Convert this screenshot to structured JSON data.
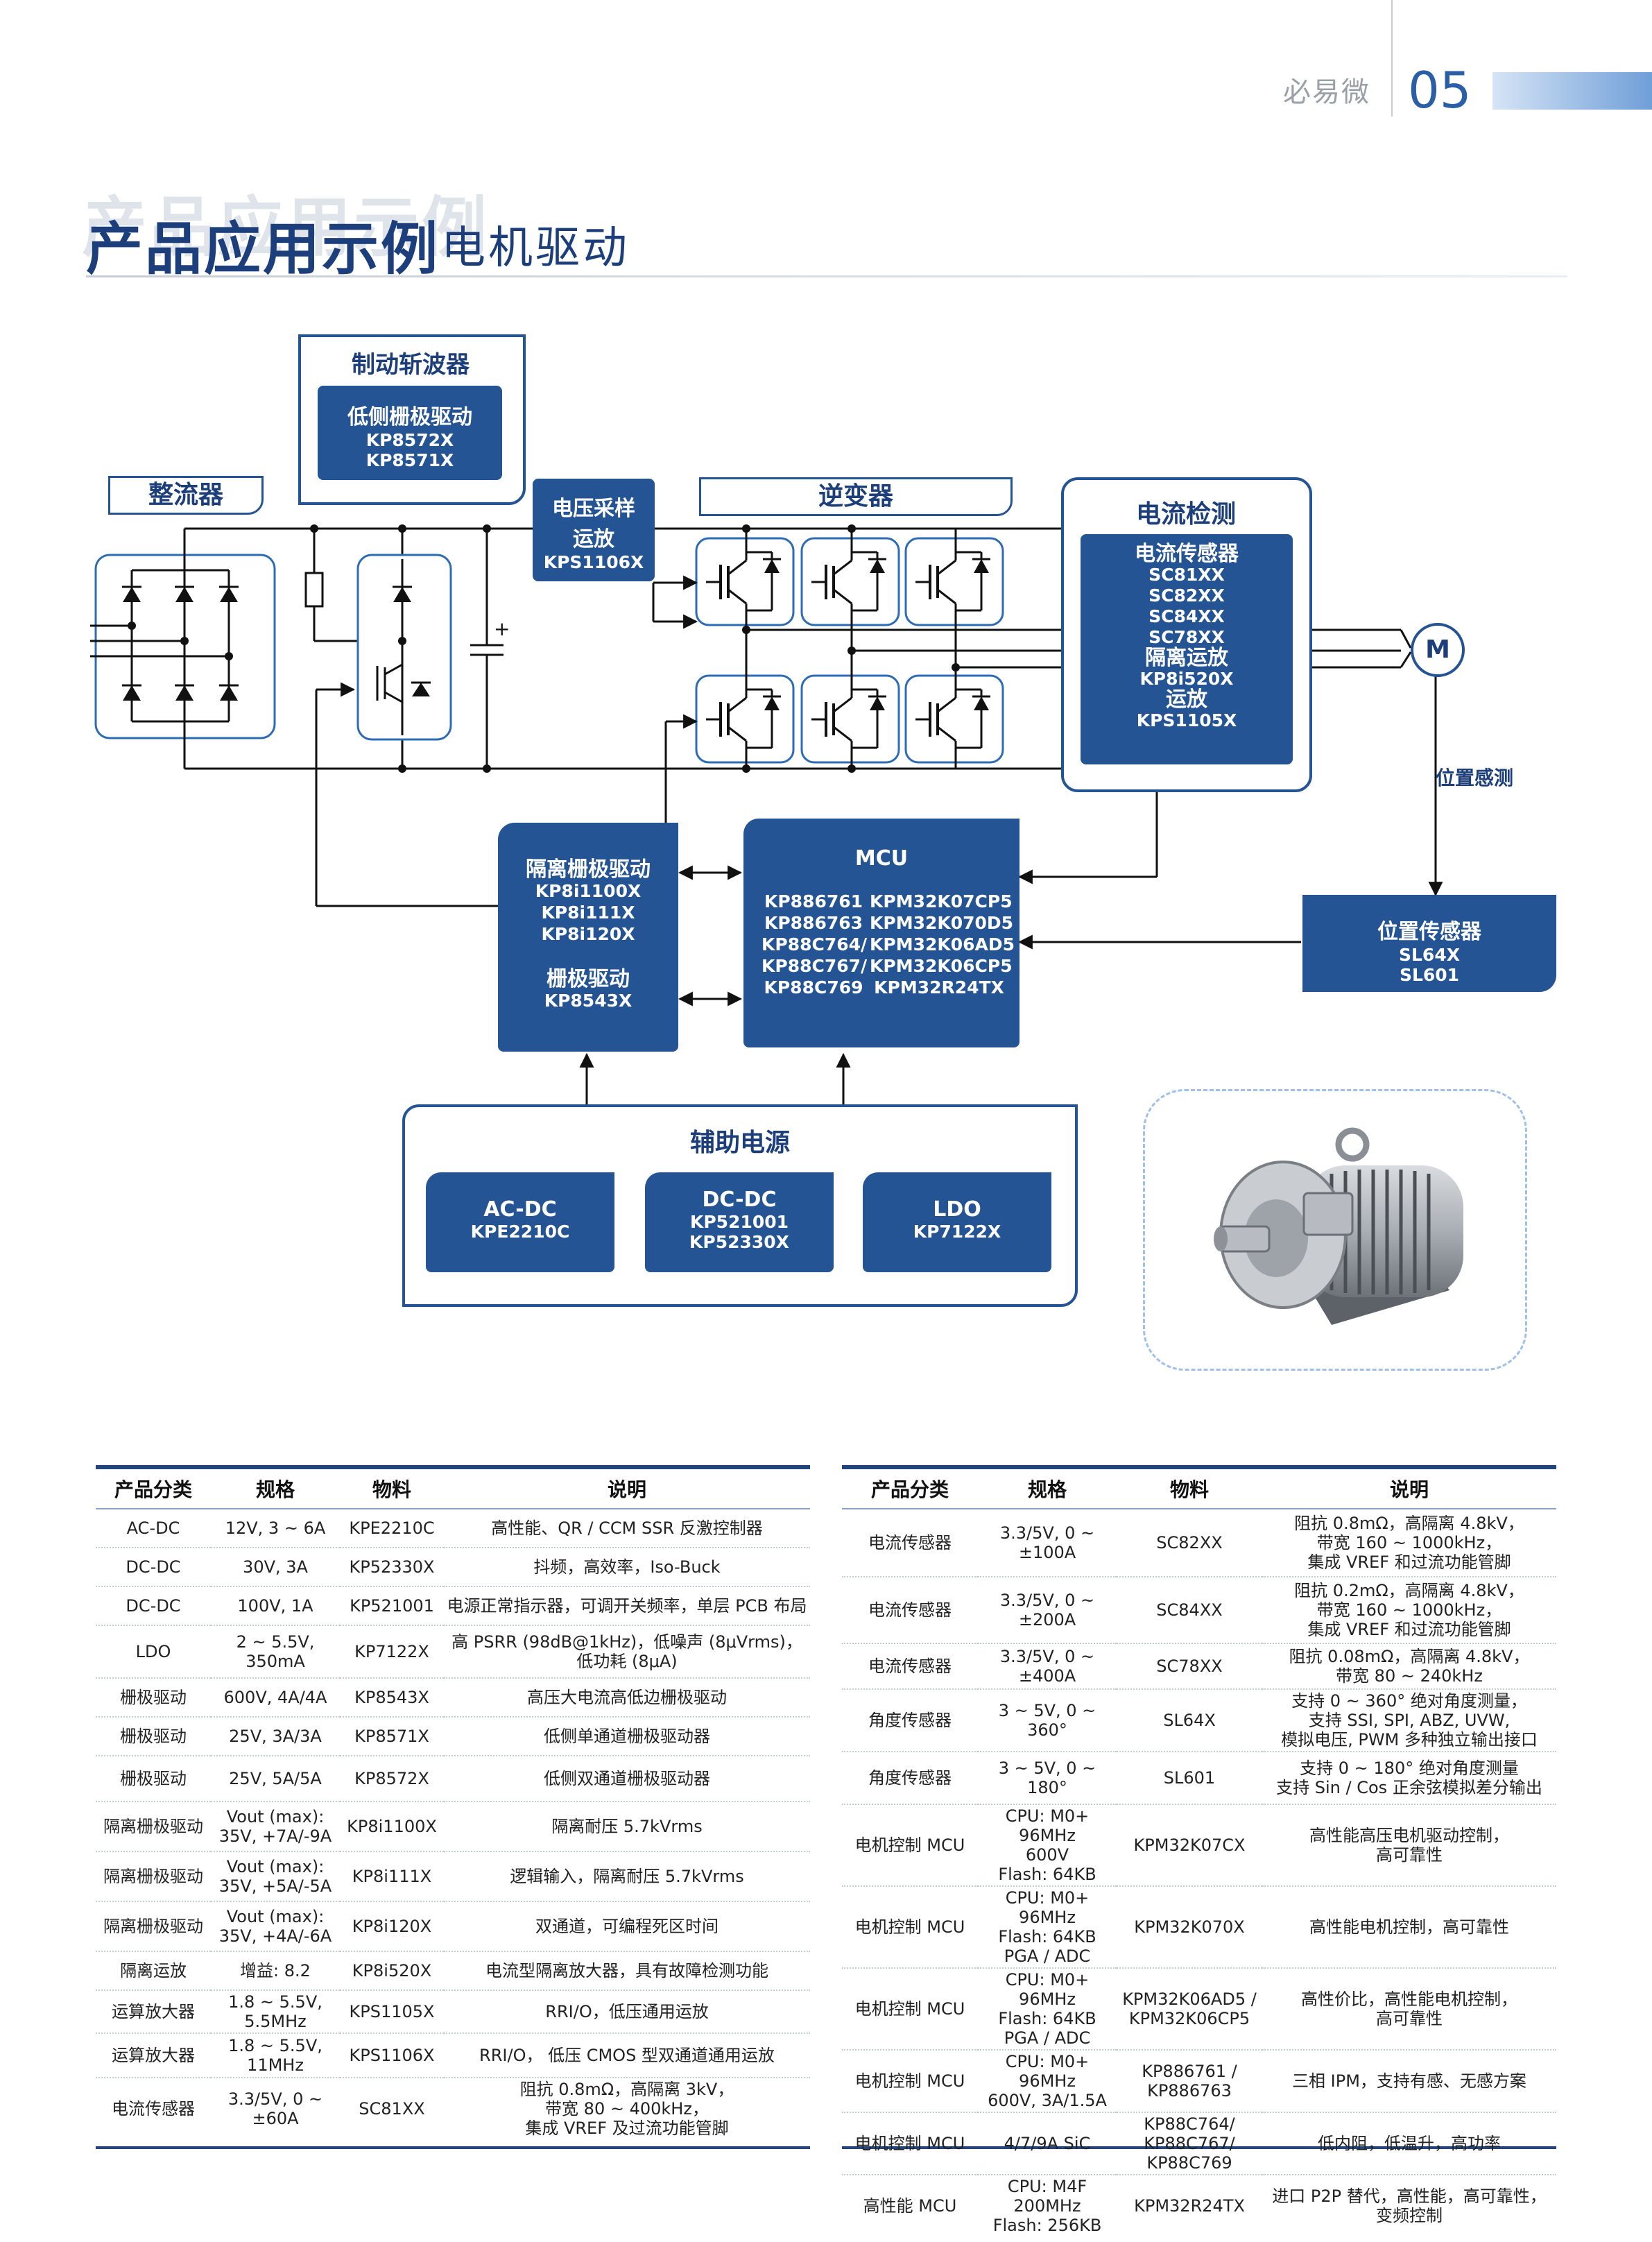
{
  "header": {
    "brand": "必易微",
    "page_number": "05",
    "title_ghost": "产品应用示例",
    "title": "产品应用示例",
    "subtitle": "电机驱动"
  },
  "diagram": {
    "brake": {
      "title": "制动斩波器",
      "driver_title": "低侧栅极驱动",
      "parts": [
        "KP8572X",
        "KP8571X"
      ]
    },
    "rectifier": {
      "title": "整流器"
    },
    "voltage_sampling": {
      "title_1": "电压采样",
      "title_2": "运放",
      "part": "KPS1106X"
    },
    "inverter": {
      "title": "逆变器"
    },
    "current_detect": {
      "title": "电流检测",
      "sensor_title": "电流传感器",
      "sensor_parts": [
        "SC81XX",
        "SC82XX",
        "SC84XX",
        "SC78XX"
      ],
      "iso_amp_title": "隔离运放",
      "iso_amp_part": "KP8i520X",
      "amp_title": "运放",
      "amp_part": "KPS1105X"
    },
    "motor_symbol": "M",
    "position_sense_label": "位置感测",
    "position_sensor": {
      "title": "位置传感器",
      "parts": [
        "SL64X",
        "SL601"
      ]
    },
    "gate_driver": {
      "iso_title": "隔离栅极驱动",
      "iso_parts": [
        "KP8i1100X",
        "KP8i111X",
        "KP8i120X"
      ],
      "title": "栅极驱动",
      "part": "KP8543X"
    },
    "mcu": {
      "title": "MCU",
      "left_parts": [
        "KP886761",
        "KP886763",
        "KP88C764/",
        "KP88C767/",
        "KP88C769"
      ],
      "right_parts": [
        "KPM32K07CP5",
        "KPM32K070D5",
        "KPM32K06AD5",
        "KPM32K06CP5",
        "KPM32R24TX"
      ]
    },
    "aux_power": {
      "title": "辅助电源",
      "acdc": {
        "title": "AC-DC",
        "parts": [
          "KPE2210C"
        ]
      },
      "dcdc": {
        "title": "DC-DC",
        "parts": [
          "KP521001",
          "KP52330X"
        ]
      },
      "ldo": {
        "title": "LDO",
        "parts": [
          "KP7122X"
        ]
      }
    }
  },
  "table_left": {
    "headers": [
      "产品分类",
      "规格",
      "物料",
      "说明"
    ],
    "rows": [
      [
        "AC-DC",
        "12V, 3 ~ 6A",
        "KPE2210C",
        "高性能、QR / CCM SSR 反激控制器"
      ],
      [
        "DC-DC",
        "30V, 3A",
        "KP52330X",
        "抖频，高效率，Iso-Buck"
      ],
      [
        "DC-DC",
        "100V, 1A",
        "KP521001",
        "电源正常指示器，可调开关频率，单层 PCB 布局"
      ],
      [
        "LDO",
        "2 ~ 5.5V, 350mA",
        "KP7122X",
        "高 PSRR (98dB@1kHz)，低噪声 (8μVrms)，\n低功耗 (8μA)"
      ],
      [
        "栅极驱动",
        "600V, 4A/4A",
        "KP8543X",
        "高压大电流高低边栅极驱动"
      ],
      [
        "栅极驱动",
        "25V, 3A/3A",
        "KP8571X",
        "低侧单通道栅极驱动器"
      ],
      [
        "栅极驱动",
        "25V, 5A/5A",
        "KP8572X",
        "低侧双通道栅极驱动器"
      ],
      [
        "隔离栅极驱动",
        "Vout (max):\n35V, +7A/-9A",
        "KP8i1100X",
        "隔离耐压 5.7kVrms"
      ],
      [
        "隔离栅极驱动",
        "Vout (max):\n35V, +5A/-5A",
        "KP8i111X",
        "逻辑输入，隔离耐压 5.7kVrms"
      ],
      [
        "隔离栅极驱动",
        "Vout (max):\n35V, +4A/-6A",
        "KP8i120X",
        "双通道，可编程死区时间"
      ],
      [
        "隔离运放",
        "增益: 8.2",
        "KP8i520X",
        "电流型隔离放大器，具有故障检测功能"
      ],
      [
        "运算放大器",
        "1.8 ~ 5.5V, 5.5MHz",
        "KPS1105X",
        "RRI/O，低压通用运放"
      ],
      [
        "运算放大器",
        "1.8 ~ 5.5V, 11MHz",
        "KPS1106X",
        "RRI/O， 低压 CMOS 型双通道通用运放"
      ],
      [
        "电流传感器",
        "3.3/5V, 0 ~ ±60A",
        "SC81XX",
        "阻抗 0.8mΩ，高隔离 3kV，\n带宽 80 ~ 400kHz，\n集成 VREF 及过流功能管脚"
      ]
    ]
  },
  "table_right": {
    "headers": [
      "产品分类",
      "规格",
      "物料",
      "说明"
    ],
    "rows": [
      [
        "电流传感器",
        "3.3/5V, 0 ~ ±100A",
        "SC82XX",
        "阻抗 0.8mΩ，高隔离 4.8kV，\n带宽 160 ~ 1000kHz，\n集成 VREF 和过流功能管脚"
      ],
      [
        "电流传感器",
        "3.3/5V, 0 ~ ±200A",
        "SC84XX",
        "阻抗 0.2mΩ，高隔离 4.8kV，\n带宽 160 ~ 1000kHz，\n集成 VREF 和过流功能管脚"
      ],
      [
        "电流传感器",
        "3.3/5V, 0 ~ ±400A",
        "SC78XX",
        "阻抗 0.08mΩ，高隔离 4.8kV，\n带宽 80 ~ 240kHz"
      ],
      [
        "角度传感器",
        "3 ~ 5V, 0 ~ 360°",
        "SL64X",
        "支持 0 ~ 360° 绝对角度测量，\n支持 SSI, SPI, ABZ, UVW,\n模拟电压, PWM 多种独立输出接口"
      ],
      [
        "角度传感器",
        "3 ~ 5V, 0 ~ 180°",
        "SL601",
        "支持 0 ~ 180° 绝对角度测量\n支持 Sin / Cos 正余弦模拟差分输出"
      ],
      [
        "电机控制 MCU",
        "CPU: M0+ 96MHz\n600V\nFlash: 64KB",
        "KPM32K07CX",
        "高性能高压电机驱动控制，\n高可靠性"
      ],
      [
        "电机控制 MCU",
        "CPU: M0+ 96MHz\nFlash: 64KB\nPGA / ADC",
        "KPM32K070X",
        "高性能电机控制，高可靠性"
      ],
      [
        "电机控制 MCU",
        "CPU: M0+ 96MHz\nFlash: 64KB\nPGA / ADC",
        "KPM32K06AD5 /\nKPM32K06CP5",
        "高性价比，高性能电机控制，\n高可靠性"
      ],
      [
        "电机控制 MCU",
        "CPU: M0+ 96MHz\n600V, 3A/1.5A",
        "KP886761 /\nKP886763",
        "三相 IPM，支持有感、无感方案"
      ],
      [
        "电机控制 MCU",
        "4/7/9A SiC",
        "KP88C764/\nKP88C767/\nKP88C769",
        "低内阻，低温升，高功率"
      ],
      [
        "高性能 MCU",
        "CPU: M4F 200MHz\nFlash: 256KB",
        "KPM32R24TX",
        "进口 P2P 替代，高性能，高可靠性，\n变频控制"
      ]
    ]
  }
}
